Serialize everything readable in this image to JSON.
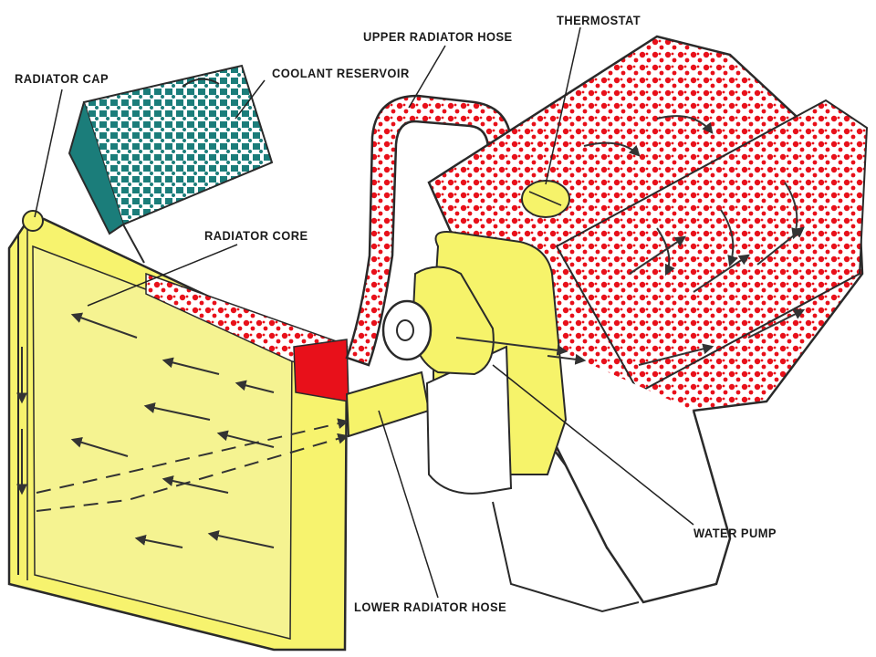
{
  "labels": {
    "radiator_cap": "RADIATOR CAP",
    "coolant_reservoir": "COOLANT RESERVOIR",
    "upper_radiator_hose": "UPPER RADIATOR HOSE",
    "thermostat": "THERMOSTAT",
    "radiator_core": "RADIATOR CORE",
    "water_pump": "WATER PUMP",
    "lower_radiator_hose": "LOWER RADIATOR HOSE"
  },
  "colors": {
    "hot_coolant": "#e8101a",
    "cool_coolant": "#f6f36a",
    "reservoir": "#1b7d7a",
    "outline": "#2a2a2a",
    "background": "#ffffff"
  }
}
